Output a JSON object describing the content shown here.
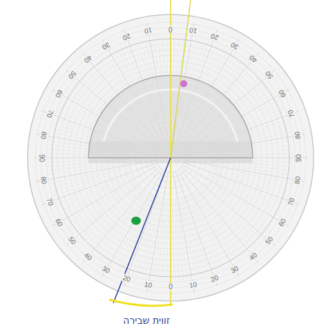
{
  "diagram": {
    "labels": [
      "0",
      "10",
      "20",
      "30",
      "40",
      "50",
      "60",
      "70",
      "80",
      "90",
      "80",
      "70",
      "60",
      "50",
      "40",
      "30",
      "20",
      "10",
      "0",
      "10",
      "20",
      "30",
      "40",
      "50",
      "60",
      "70",
      "80",
      "90",
      "80",
      "70",
      "60",
      "50",
      "40",
      "30",
      "20",
      "10",
      "זווית שבירה"
    ]
  }
}
